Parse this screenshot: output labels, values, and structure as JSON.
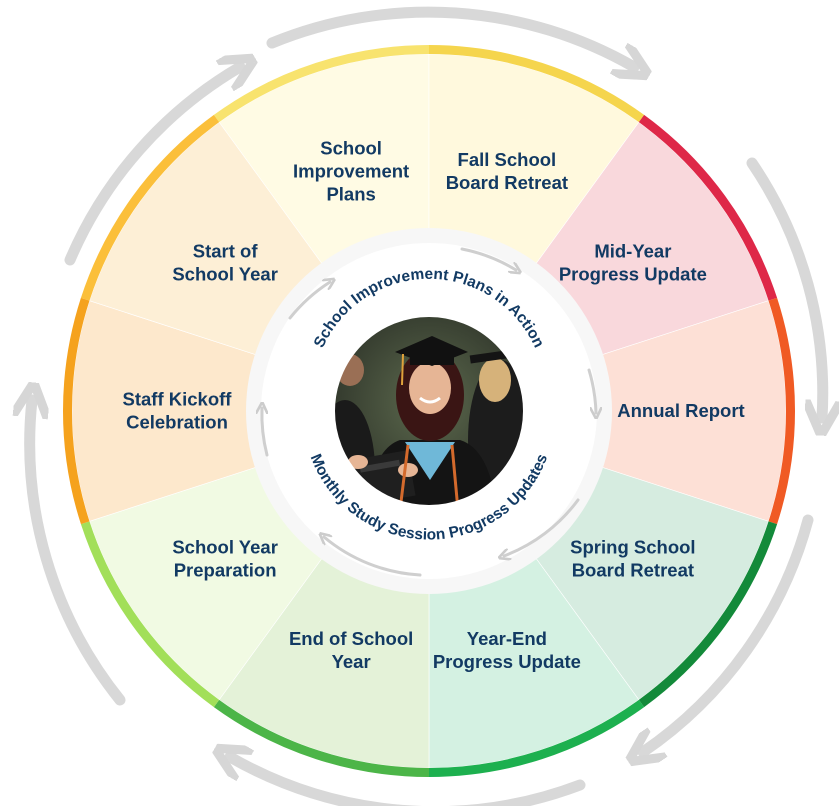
{
  "wheel": {
    "segments": [
      {
        "label": "School Improvement Plans",
        "lines": [
          "School",
          "Improvement",
          "Plans"
        ],
        "fill": "#fffbe4",
        "rim": "#f8e36e"
      },
      {
        "label": "Fall School Board Retreat",
        "lines": [
          "Fall School",
          "Board Retreat"
        ],
        "fill": "#fff9dd",
        "rim": "#f5d54d"
      },
      {
        "label": "Mid-Year Progress Update",
        "lines": [
          "Mid-Year",
          "Progress Update"
        ],
        "fill": "#f9d8dc",
        "rim": "#de2848"
      },
      {
        "label": "Annual Report",
        "lines": [
          "Annual Report"
        ],
        "fill": "#fde0d6",
        "rim": "#f05a24"
      },
      {
        "label": "Spring School Board Retreat",
        "lines": [
          "Spring School",
          "Board Retreat"
        ],
        "fill": "#d6ece0",
        "rim": "#138a3a"
      },
      {
        "label": "Year-End Progress Update",
        "lines": [
          "Year-End",
          "Progress Update"
        ],
        "fill": "#d4f1e2",
        "rim": "#1db04f"
      },
      {
        "label": "End of School Year",
        "lines": [
          "End of School",
          "Year"
        ],
        "fill": "#e4f2d8",
        "rim": "#4cb548"
      },
      {
        "label": "School Year Preparation",
        "lines": [
          "School Year",
          "Preparation"
        ],
        "fill": "#f1fae3",
        "rim": "#a2df59"
      },
      {
        "label": "Staff Kickoff Celebration",
        "lines": [
          "Staff Kickoff",
          "Celebration"
        ],
        "fill": "#fde8cc",
        "rim": "#f5a21d"
      },
      {
        "label": "Start of School Year",
        "lines": [
          "Start of",
          "School Year"
        ],
        "fill": "#fdefd6",
        "rim": "#fbbf3a"
      }
    ],
    "center": {
      "top_text": "School Improvement Plans in Action",
      "bottom_text": "Monthly Study Session Progress Updates",
      "photo_icon": "graduate-photo"
    },
    "colors": {
      "text": "#123a63",
      "outer_arrows": "#d8d8d8",
      "inner_arrows": "#cfcfcf"
    }
  }
}
